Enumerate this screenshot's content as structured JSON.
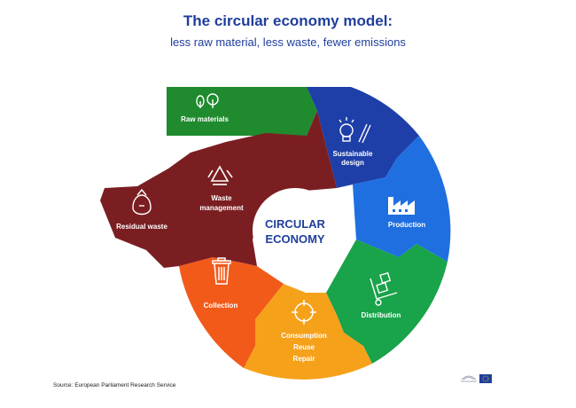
{
  "title": "The circular economy model:",
  "subtitle": "less raw material, less waste, fewer emissions",
  "center": {
    "line1": "CIRCULAR",
    "line2": "ECONOMY"
  },
  "stages": {
    "raw_materials": {
      "label": "Raw materials",
      "color": "#1f8a2e",
      "icon": "plant-tree-icon"
    },
    "sustainable_design": {
      "line1": "Sustainable",
      "line2": "design",
      "color": "#1e3fa8",
      "icon": "lightbulb-pencil-icon"
    },
    "production": {
      "label": "Production",
      "color": "#1f6fe0",
      "icon": "factory-icon"
    },
    "distribution": {
      "label": "Distribution",
      "color": "#19a34a",
      "icon": "hand-truck-icon"
    },
    "consumption": {
      "line1": "Consumption",
      "line2": "Reuse",
      "line3": "Repair",
      "color": "#f6a11a",
      "icon": "cycle-arrows-icon"
    },
    "collection": {
      "label": "Collection",
      "color": "#f25a1a",
      "icon": "trash-bin-icon"
    },
    "waste_management": {
      "line1": "Waste",
      "line2": "management",
      "color": "#7b1e22",
      "icon": "recycle-icon"
    },
    "residual_waste": {
      "label": "Residual waste",
      "color": "#7b1e22",
      "icon": "waste-bag-icon"
    }
  },
  "source": "Source: European Parliament Research Service"
}
